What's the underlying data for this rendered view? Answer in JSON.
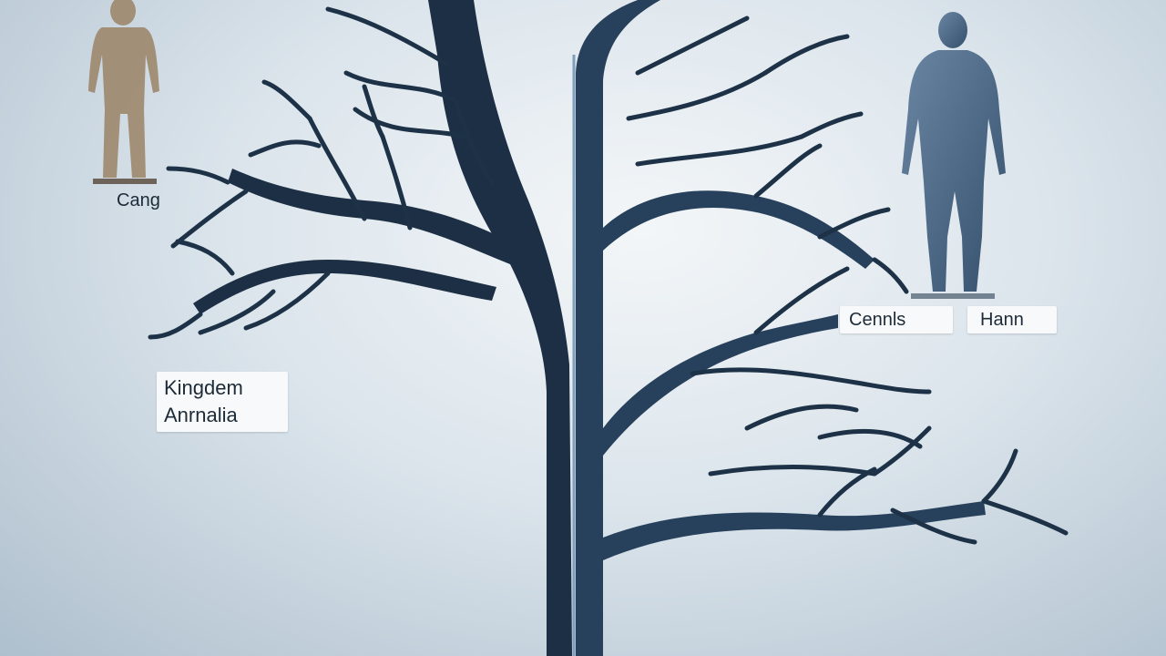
{
  "labels": {
    "left_figure": "Cang",
    "kingdom_line1": "Kingdem",
    "kingdom_line2": "Anrnalia",
    "genus": "Cennls",
    "species": "Hann"
  },
  "colors": {
    "tree": "#1e3247",
    "tree_highlight": "#3b5c7a",
    "left_figure": "#9b8366",
    "right_figure": "#4f6a86"
  }
}
